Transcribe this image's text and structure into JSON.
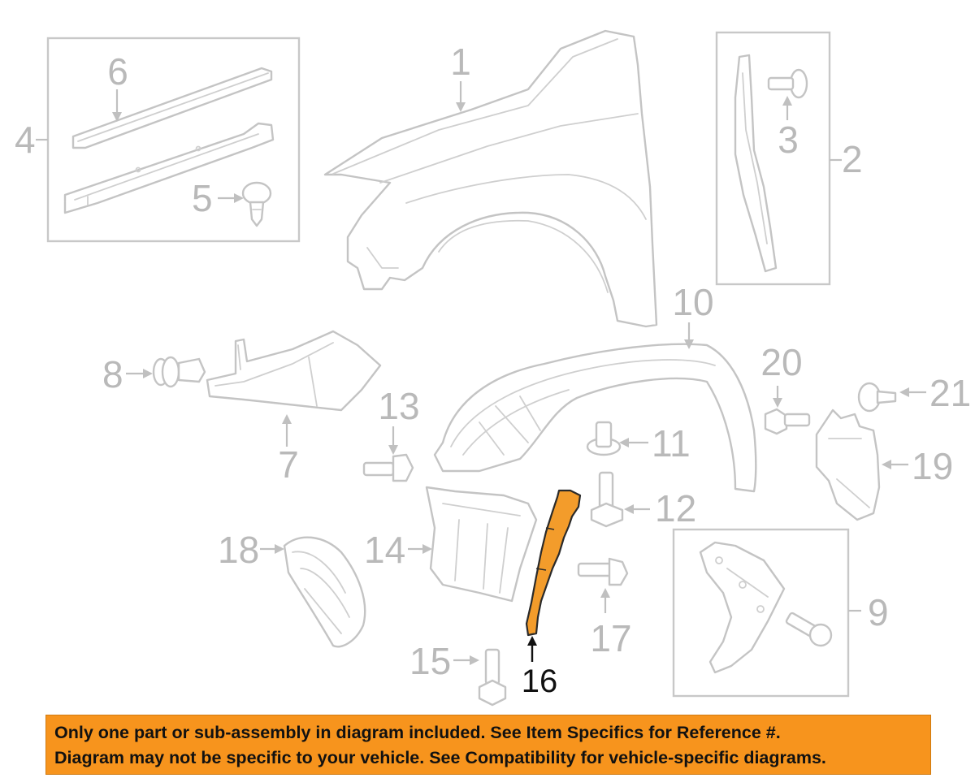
{
  "diagram": {
    "callouts": [
      {
        "id": "c1",
        "label": "1"
      },
      {
        "id": "c2",
        "label": "2"
      },
      {
        "id": "c3",
        "label": "3"
      },
      {
        "id": "c4",
        "label": "4"
      },
      {
        "id": "c5",
        "label": "5"
      },
      {
        "id": "c6",
        "label": "6"
      },
      {
        "id": "c7",
        "label": "7"
      },
      {
        "id": "c8",
        "label": "8"
      },
      {
        "id": "c9",
        "label": "9"
      },
      {
        "id": "c10",
        "label": "10"
      },
      {
        "id": "c11",
        "label": "11"
      },
      {
        "id": "c12",
        "label": "12"
      },
      {
        "id": "c13",
        "label": "13"
      },
      {
        "id": "c14",
        "label": "14"
      },
      {
        "id": "c15",
        "label": "15"
      },
      {
        "id": "c16",
        "label": "16",
        "highlighted": true
      },
      {
        "id": "c17",
        "label": "17"
      },
      {
        "id": "c18",
        "label": "18"
      },
      {
        "id": "c19",
        "label": "19"
      },
      {
        "id": "c20",
        "label": "20"
      },
      {
        "id": "c21",
        "label": "21"
      }
    ],
    "colors": {
      "line_art": "#c4c4c4",
      "callout_text": "#b9b9b9",
      "highlight_fill": "#f39c2b",
      "highlight_text": "#111111",
      "banner_bg": "#f7941d"
    }
  },
  "banner": {
    "line1": "Only one part or sub-assembly in diagram included. See Item Specifics for Reference #.",
    "line2": "Diagram may not be specific to your vehicle. See Compatibility for vehicle-specific diagrams."
  }
}
